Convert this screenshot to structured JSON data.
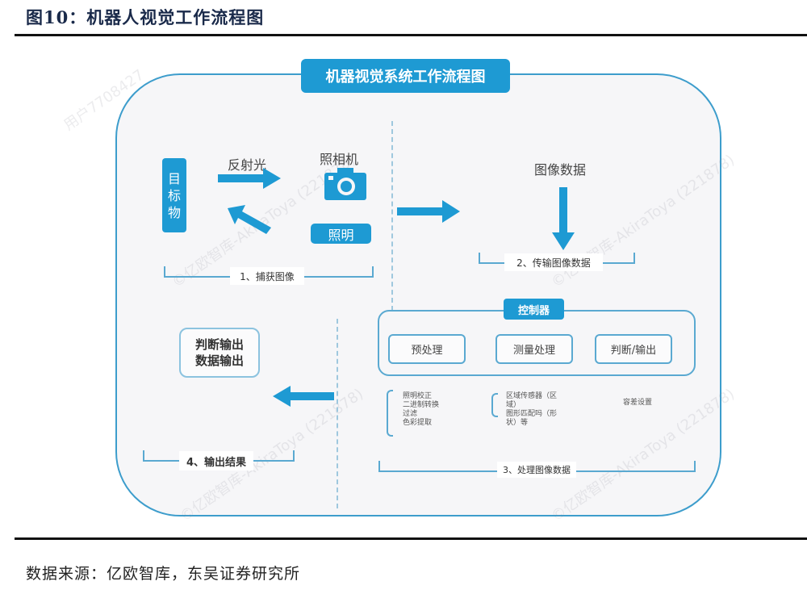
{
  "figure": {
    "title": "图10：机器人视觉工作流程图",
    "source": "数据来源：亿欧智库，东吴证券研究所"
  },
  "diagram": {
    "header": "机器视觉系统工作流程图",
    "step1": {
      "target": [
        "目",
        "标",
        "物"
      ],
      "reflect_label": "反射光",
      "camera_label": "照相机",
      "lighting_label": "照明",
      "caption": "1、捕获图像"
    },
    "step2": {
      "image_data_label": "图像数据",
      "caption": "2、传输图像数据"
    },
    "step3": {
      "controller_label": "控制器",
      "boxes": [
        "预处理",
        "测量处理",
        "判断/输出"
      ],
      "preprocess_items": [
        "照明校正",
        "二进制转换",
        "过滤",
        "色彩提取"
      ],
      "measure_items": [
        "区域传感器（区",
        "域）",
        "图形匹配吗（形",
        "状）等"
      ],
      "judge_items": [
        "容差设置"
      ],
      "caption": "3、处理图像数据"
    },
    "step4": {
      "output_lines": [
        "判断输出",
        "数据输出"
      ],
      "caption": "4、输出结果"
    },
    "watermarks": [
      "用户7708427",
      "©亿欧智库-AkiraToya (221878)"
    ],
    "colors": {
      "accent": "#1e9ad3",
      "border": "#3d9dcc",
      "panel_bg": "#f6f6f8"
    }
  }
}
